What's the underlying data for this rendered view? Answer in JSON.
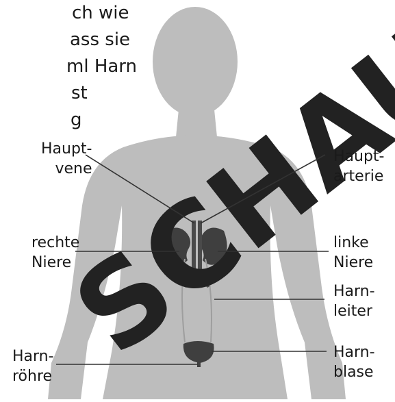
{
  "intro_text": [
    "ch wie",
    "ass sie",
    "ml Harn",
    "st",
    "g"
  ],
  "watermark": "SCHAU",
  "labels": {
    "hauptvene": [
      "Haupt-",
      "vene"
    ],
    "hauptarterie": [
      "Haupt-",
      "arterie"
    ],
    "rechte_niere": [
      "rechte",
      "Niere"
    ],
    "linke_niere": [
      "linke",
      "Niere"
    ],
    "harnleiter": [
      "Harn-",
      "leiter"
    ],
    "harnroehre": [
      "Harn-",
      "röhre"
    ],
    "harnblase": [
      "Harn-",
      "blase"
    ]
  },
  "colors": {
    "body_silhouette": "#bdbdbd",
    "organ_dark": "#3f3f3f",
    "watermark": "#222222",
    "line": "#333333"
  }
}
